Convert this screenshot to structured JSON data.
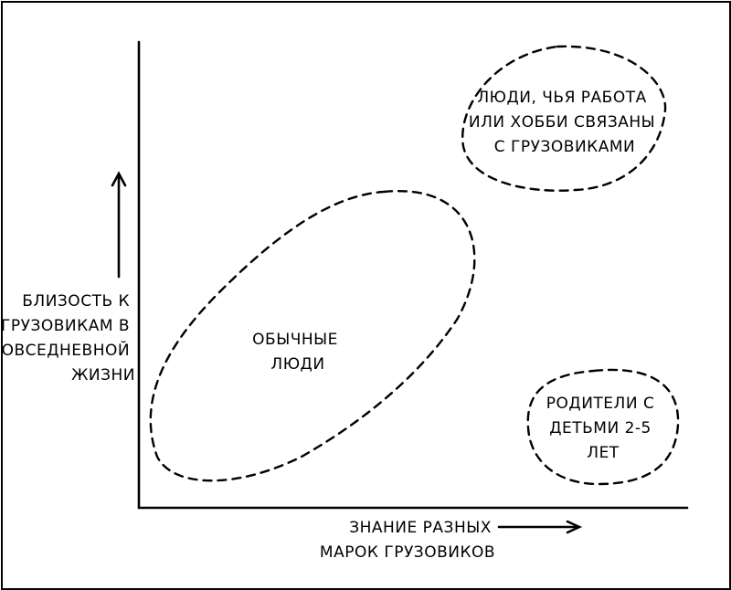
{
  "axes": {
    "x_label": [
      "ЗНАНИЕ РАЗНЫХ",
      "МАРОК ГРУЗОВИКОВ"
    ],
    "y_label": [
      "БЛИЗОСТЬ К",
      "ГРУЗОВИКАМ В",
      "ПОВСЕДНЕВНОЙ",
      "ЖИЗНИ"
    ]
  },
  "groups": {
    "trucker": [
      "ЛЮДИ, ЧЬЯ РАБОТА",
      "ИЛИ ХОББИ СВЯЗАНЫ",
      "С ГРУЗОВИКАМИ"
    ],
    "normal": [
      "ОБЫЧНЫЕ",
      "ЛЮДИ"
    ],
    "parents": [
      "РОДИТЕЛИ С",
      "ДЕТЬМИ 2-5",
      "ЛЕТ"
    ]
  }
}
